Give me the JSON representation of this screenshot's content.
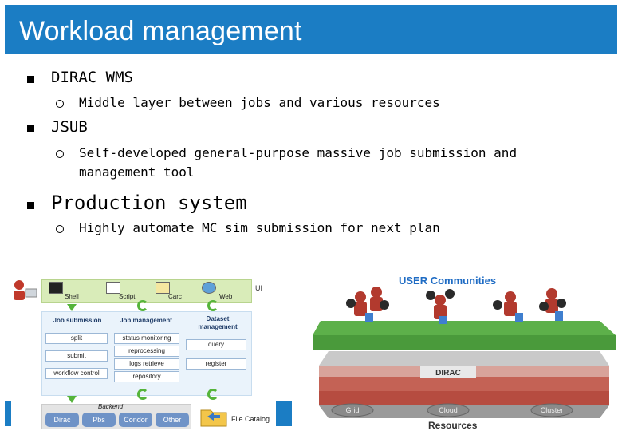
{
  "header": {
    "title": "Workload management"
  },
  "bullets": [
    {
      "label": "DIRAC WMS",
      "sub": [
        "Middle layer between jobs and various resources"
      ]
    },
    {
      "label": "JSUB",
      "sub": [
        "Self-developed general-purpose massive job submission and management tool"
      ]
    },
    {
      "label": "Production system",
      "sub": [
        "Highly automate MC sim submission for next plan"
      ]
    }
  ],
  "left_diagram": {
    "ui_label": "UI",
    "tools": [
      "Shell",
      "Script",
      "Carc",
      "Web"
    ],
    "columns": [
      {
        "header": "Job submission",
        "items": [
          "split",
          "submit",
          "workflow control"
        ]
      },
      {
        "header": "Job management",
        "items": [
          "status monitoring",
          "reprocessing",
          "logs retrieve",
          "repository"
        ]
      },
      {
        "header": "Dataset management",
        "items": [
          "query",
          "register"
        ]
      }
    ],
    "backend_label": "Backend",
    "backends": [
      "Dirac",
      "Pbs",
      "Condor",
      "Other"
    ],
    "file_catalog": "File Catalog"
  },
  "right_diagram": {
    "title": "USER Communities",
    "logo": "DIRAC",
    "resources_label": "Resources",
    "resources": [
      "Grid",
      "Cloud",
      "Cluster"
    ]
  }
}
